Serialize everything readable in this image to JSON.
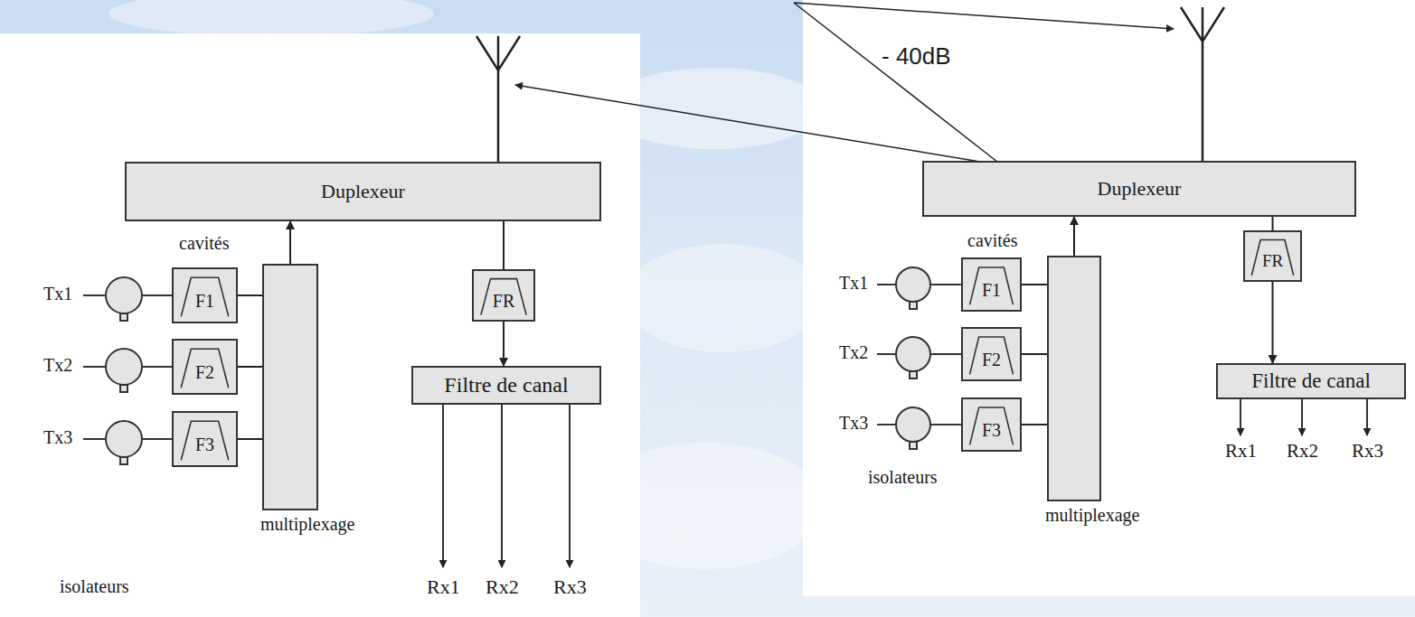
{
  "diagram": {
    "nodes": [
      {
        "text": [
          "Duplexeur"
        ]
      },
      {
        "text": [
          "F1"
        ]
      },
      {
        "text": [
          "F2"
        ]
      },
      {
        "text": [
          "F3"
        ]
      },
      {
        "text": [
          "multiplexage"
        ]
      },
      {
        "text": [
          "FR"
        ]
      },
      {
        "text": [
          "Filtre de canal"
        ]
      },
      {
        "text": [
          "Duplexeur"
        ]
      },
      {
        "text": [
          "F1"
        ]
      },
      {
        "text": [
          "F2"
        ]
      },
      {
        "text": [
          "F3"
        ]
      },
      {
        "text": [
          "multiplexage"
        ]
      },
      {
        "text": [
          "FR"
        ]
      },
      {
        "text": [
          "Filtre de canal"
        ]
      }
    ],
    "edges": [
      {
        "from": 1,
        "to": 4,
        "arrow": "none"
      },
      {
        "from": 2,
        "to": 4,
        "arrow": "none"
      },
      {
        "from": 3,
        "to": 4,
        "arrow": "none"
      },
      {
        "from": 4,
        "to": 0,
        "arrow": "to"
      },
      {
        "from": 0,
        "to": 5,
        "arrow": "none"
      },
      {
        "from": 5,
        "to": 6,
        "arrow": "to"
      },
      {
        "from": 8,
        "to": 11,
        "arrow": "none"
      },
      {
        "from": 9,
        "to": 11,
        "arrow": "none"
      },
      {
        "from": 10,
        "to": 11,
        "arrow": "none"
      },
      {
        "from": 11,
        "to": 7,
        "arrow": "to"
      },
      {
        "from": 7,
        "to": 12,
        "arrow": "none"
      },
      {
        "from": 12,
        "to": 13,
        "arrow": "to"
      }
    ],
    "labels": [
      "- 40dB",
      "cavités",
      "Tx1",
      "Tx2",
      "Tx3",
      "isolateurs",
      "Rx1",
      "Rx2",
      "Rx3",
      "cavités",
      "Tx1",
      "Tx2",
      "Tx3",
      "isolateurs",
      "Rx1",
      "Rx2",
      "Rx3"
    ]
  }
}
